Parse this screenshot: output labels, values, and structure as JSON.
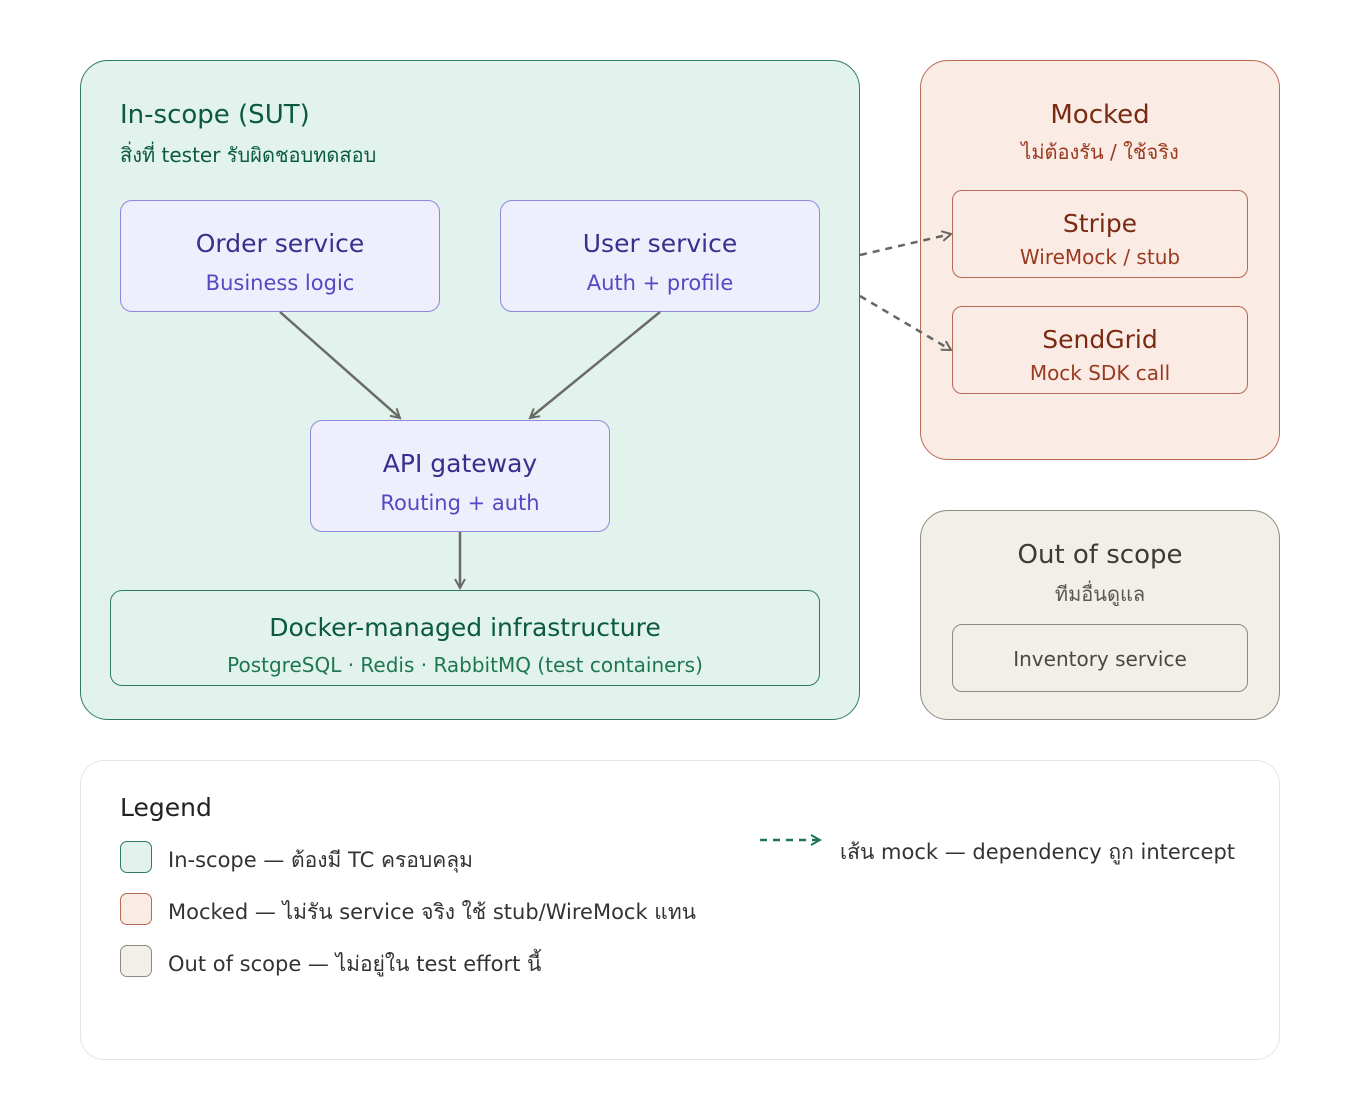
{
  "in_scope": {
    "title": "In-scope (SUT)",
    "subtitle": "สิ่งที่ tester รับผิดชอบทดสอบ",
    "services": [
      {
        "title": "Order service",
        "subtitle": "Business logic"
      },
      {
        "title": "User service",
        "subtitle": "Auth + profile"
      }
    ],
    "gateway": {
      "title": "API gateway",
      "subtitle": "Routing + auth"
    },
    "infrastructure": {
      "title": "Docker-managed infrastructure",
      "subtitle": "PostgreSQL · Redis · RabbitMQ (test containers)"
    }
  },
  "mocked": {
    "title": "Mocked",
    "subtitle": "ไม่ต้องรัน / ใช้จริง",
    "items": [
      {
        "title": "Stripe",
        "subtitle": "WireMock / stub"
      },
      {
        "title": "SendGrid",
        "subtitle": "Mock SDK call"
      }
    ]
  },
  "out_of_scope": {
    "title": "Out of scope",
    "subtitle": "ทีมอื่นดูแล",
    "item": "Inventory service"
  },
  "legend": {
    "title": "Legend",
    "items": [
      {
        "label": "In-scope — ต้องมี TC ครอบคลุม"
      },
      {
        "label": "Mocked — ไม่รัน service จริง ใช้ stub/WireMock แทน"
      },
      {
        "label": "Out of scope — ไม่อยู่ใน test effort นี้"
      }
    ],
    "mock_line_label": "เส้น mock — dependency ถูก intercept"
  },
  "colors": {
    "in_scope_fill": "#e1f3ec",
    "in_scope_stroke": "#2f7d5c",
    "mocked_fill": "#fbebe5",
    "mocked_stroke": "#b86a52",
    "out_of_scope_fill": "#f2efe8",
    "out_of_scope_stroke": "#8f8b82",
    "service_fill": "#efeefc",
    "service_stroke": "#8f88dc",
    "arrow": "#6b6b66",
    "mock_arrow": "#666666",
    "legend_mock_line": "#1f7752"
  }
}
